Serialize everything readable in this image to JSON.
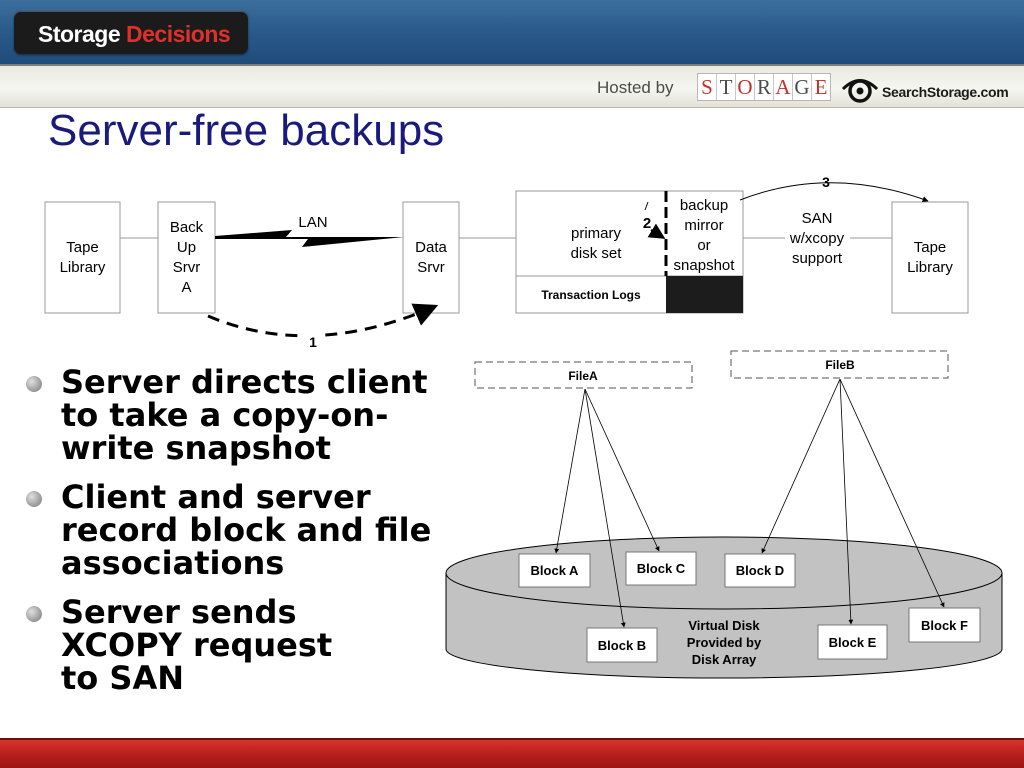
{
  "header": {
    "brand_part1": "Storage",
    "brand_part2": "Decisions",
    "hosted_by": "Hosted by",
    "storage_letters": [
      "S",
      "T",
      "O",
      "R",
      "A",
      "G",
      "E"
    ],
    "searchstorage": "SearchStorage.com",
    "colors": {
      "brand_red": "#e0302b",
      "top_blue": "#2b5b8c",
      "footer_red": "#c0211f"
    }
  },
  "title": "Server-free backups",
  "diagram": {
    "tape_library_left": [
      "Tape",
      "Library"
    ],
    "backup_server": [
      "Back",
      "Up",
      "Srvr",
      "A"
    ],
    "lan": "LAN",
    "data_server": [
      "Data",
      "Srvr"
    ],
    "primary_disk_set": [
      "primary",
      "disk set"
    ],
    "backup_mirror": [
      "backup",
      "mirror",
      "or",
      "snapshot"
    ],
    "transaction_logs": "Transaction Logs",
    "san_xcopy": [
      "SAN",
      "w/xcopy",
      "support"
    ],
    "tape_library_right": [
      "Tape",
      "Library"
    ],
    "step1": "1",
    "step2": "2",
    "step3": "3",
    "fileA": "FileA",
    "fileB": "FileB",
    "blocks": [
      "Block A",
      "Block B",
      "Block C",
      "Block D",
      "Block E",
      "Block F"
    ],
    "virtual_disk": [
      "Virtual Disk",
      "Provided by",
      "Disk Array"
    ]
  },
  "bullets": [
    "Server directs client\nto take a copy-on-\nwrite snapshot",
    "Client and server\nrecord block and file\nassociations",
    "Server sends\nXCOPY request\nto SAN"
  ]
}
